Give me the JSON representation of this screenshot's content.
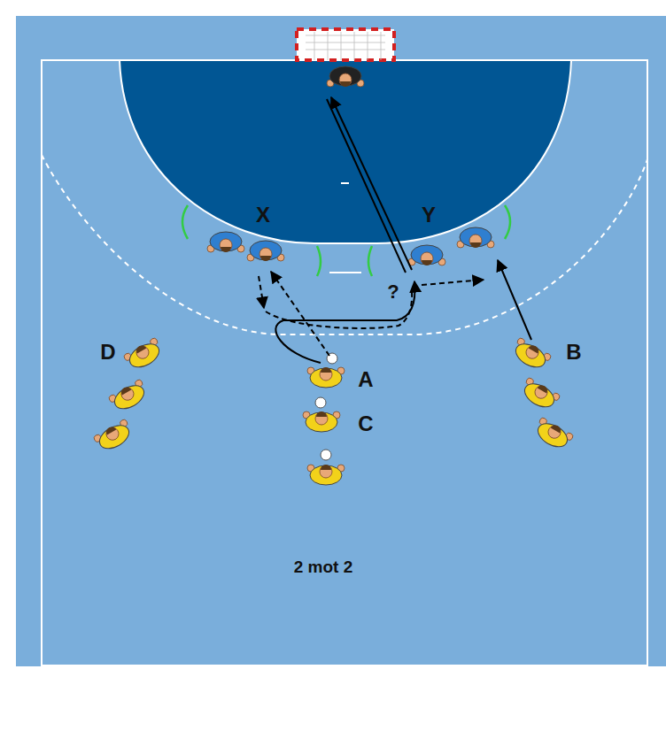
{
  "diagram": {
    "labels": [
      "X",
      "Y",
      "D",
      "A",
      "C",
      "B",
      "?",
      "2 mot 2"
    ]
  }
}
